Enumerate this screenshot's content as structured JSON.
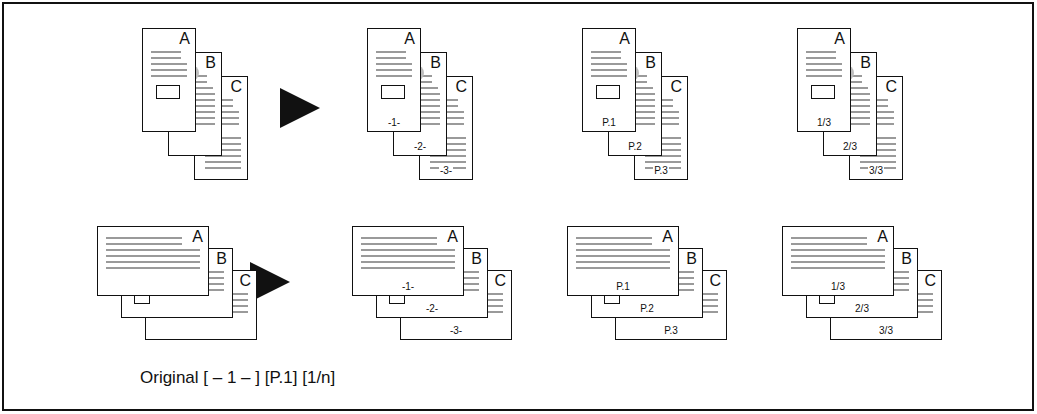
{
  "diagram": {
    "caption": "Original [ – 1 – ] [P.1] [1/n]",
    "nodes": [
      {
        "text": [
          "A"
        ]
      },
      {
        "text": [
          "B"
        ]
      },
      {
        "text": [
          "C"
        ]
      },
      {
        "text": [
          "A",
          "-1-"
        ]
      },
      {
        "text": [
          "B",
          "-2-"
        ]
      },
      {
        "text": [
          "C",
          "-3-"
        ]
      },
      {
        "text": [
          "A",
          "P.1"
        ]
      },
      {
        "text": [
          "B",
          "P.2"
        ]
      },
      {
        "text": [
          "C",
          "P.3"
        ]
      },
      {
        "text": [
          "A",
          "1/3"
        ]
      },
      {
        "text": [
          "B",
          "2/3"
        ]
      },
      {
        "text": [
          "C",
          "3/3"
        ]
      },
      {
        "text": [
          "A"
        ]
      },
      {
        "text": [
          "B"
        ]
      },
      {
        "text": [
          "C"
        ]
      },
      {
        "text": [
          "A",
          "-1-"
        ]
      },
      {
        "text": [
          "B",
          "-2-"
        ]
      },
      {
        "text": [
          "C",
          "-3-"
        ]
      },
      {
        "text": [
          "A",
          "P.1"
        ]
      },
      {
        "text": [
          "B",
          "P.2"
        ]
      },
      {
        "text": [
          "C",
          "P.3"
        ]
      },
      {
        "text": [
          "A",
          "1/3"
        ]
      },
      {
        "text": [
          "B",
          "2/3"
        ]
      },
      {
        "text": [
          "C",
          "3/3"
        ]
      }
    ]
  }
}
